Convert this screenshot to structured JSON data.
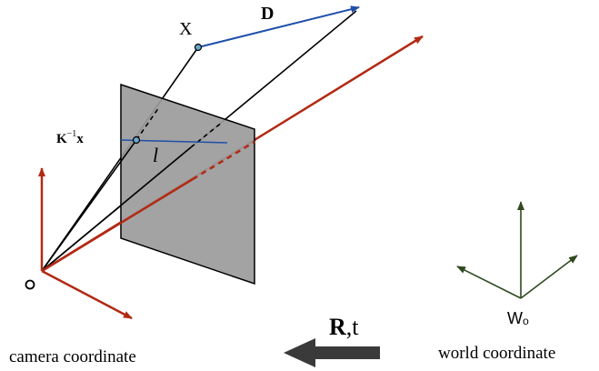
{
  "labels": {
    "point_X": "X",
    "direction_D": "D",
    "ray_point": "K",
    "ray_point_exp": "−1",
    "ray_point_vec": "x",
    "line_l": "l",
    "camera_origin": "o",
    "world_origin": "Wₒ",
    "rotation": "R",
    "translation": ",t",
    "camera_caption": "camera coordinate",
    "world_caption": "world coordinate"
  },
  "colors": {
    "camera_axes": "#b22a14",
    "world_axes": "#2f4a1f",
    "direction": "#1f4fa8",
    "rays": "#000000",
    "image_plane_fill": "#9b9b9b",
    "transform_arrow": "#3a3a3a"
  }
}
